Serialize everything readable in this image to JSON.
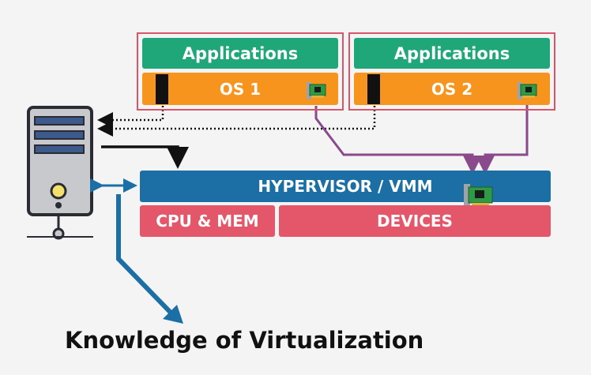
{
  "diagram": {
    "vm1": {
      "apps_label": "Applications",
      "os_label": "OS 1"
    },
    "vm2": {
      "apps_label": "Applications",
      "os_label": "OS 2"
    },
    "hypervisor_label": "HYPERVISOR / VMM",
    "hardware": {
      "cpu_mem_label": "CPU & MEM",
      "devices_label": "DEVICES"
    },
    "caption": "Knowledge of Virtualization"
  },
  "colors": {
    "applications": "#1fa77a",
    "os": "#f7941d",
    "hypervisor": "#1b6fa4",
    "hardware": "#e4566a",
    "vm_frame": "#d9566a",
    "device_path": "#8a4a8c",
    "caption_arrow": "#1b6fa4"
  },
  "icons": {
    "server": "server-tower-icon",
    "nic": "network-card-icon"
  }
}
